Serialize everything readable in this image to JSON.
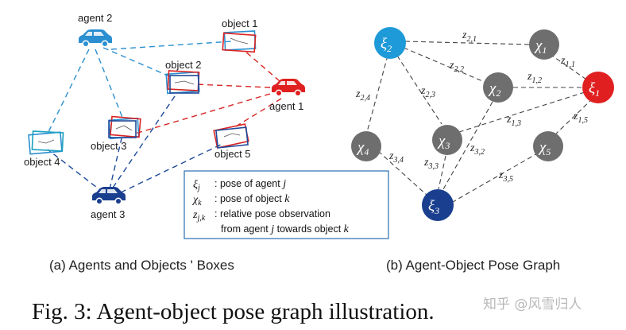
{
  "left_panel": {
    "agents": {
      "agent1": "agent 1",
      "agent2": "agent 2",
      "agent3": "agent 3"
    },
    "objects": {
      "object1": "object 1",
      "object2": "object 2",
      "object3": "object 3",
      "object4": "object 4",
      "object5": "object 5"
    },
    "legend": [
      {
        "symbol": "ξ",
        "sub": "j",
        "text": ": pose of agent ",
        "var": "j"
      },
      {
        "symbol": "χ",
        "sub": "k",
        "text": ": pose of object ",
        "var": "k"
      },
      {
        "symbol": "z",
        "sub": "j,k",
        "text": ": relative pose observation",
        "var": ""
      }
    ],
    "legend_line4_text": "from agent ",
    "legend_line4_var1": "j",
    "legend_line4_mid": " towards object ",
    "legend_line4_var2": "k",
    "caption": "(a) Agents and Objects '   Boxes"
  },
  "right_panel": {
    "nodes": {
      "xi2": {
        "sym": "ξ",
        "sub": "2"
      },
      "chi1": {
        "sym": "χ",
        "sub": "1"
      },
      "xi1": {
        "sym": "ξ",
        "sub": "1"
      },
      "chi2": {
        "sym": "χ",
        "sub": "2"
      },
      "chi3": {
        "sym": "χ",
        "sub": "3"
      },
      "chi4": {
        "sym": "χ",
        "sub": "4"
      },
      "chi5": {
        "sym": "χ",
        "sub": "5"
      },
      "xi3": {
        "sym": "ξ",
        "sub": "3"
      }
    },
    "edges": {
      "z21": {
        "main": "z",
        "sub": "2,1"
      },
      "z11": {
        "main": "z",
        "sub": "1,1"
      },
      "z22": {
        "main": "z",
        "sub": "2,2"
      },
      "z12": {
        "main": "z",
        "sub": "1,2"
      },
      "z24": {
        "main": "z",
        "sub": "2,4"
      },
      "z23": {
        "main": "z",
        "sub": "2,3"
      },
      "z13": {
        "main": "z",
        "sub": "1,3"
      },
      "z15": {
        "main": "z",
        "sub": "1,5"
      },
      "z34": {
        "main": "z",
        "sub": "3,4"
      },
      "z33": {
        "main": "z",
        "sub": "3,3"
      },
      "z32": {
        "main": "z",
        "sub": "3,2"
      },
      "z35": {
        "main": "z",
        "sub": "3,5"
      }
    },
    "caption": "(b) Agent-Object Pose Graph"
  },
  "figure_caption": "Fig. 3: Agent-object pose graph illustration.",
  "watermark": "知乎 @风雪归人",
  "colors": {
    "agent1": "#e02020",
    "agent2": "#1e86c8",
    "agent3": "#1a3f8f",
    "object_node": "#6e6e6e",
    "legend_border": "#3a7ab8"
  }
}
